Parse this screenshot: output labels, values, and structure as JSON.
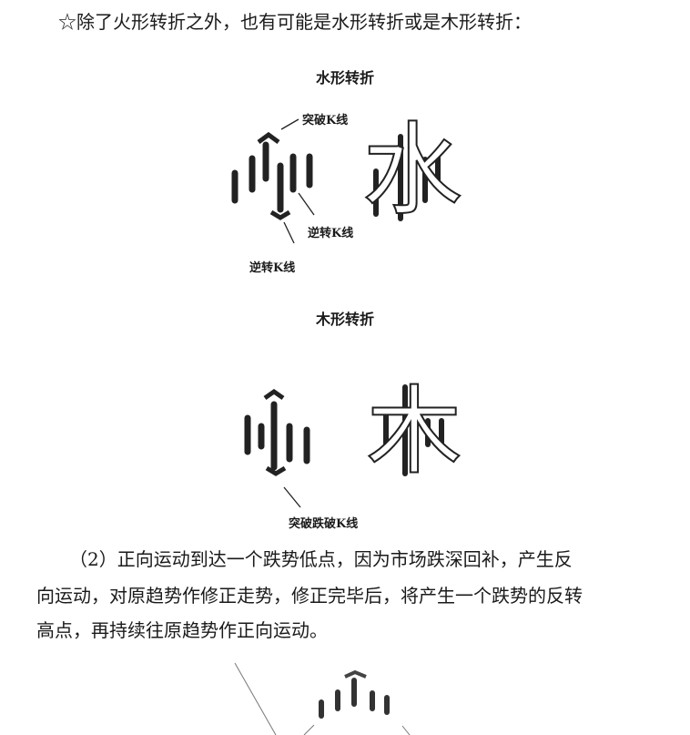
{
  "intro": "☆除了火形转折之外，也有可能是水形转折或是木形转折：",
  "figure_water": {
    "title": "水形转折",
    "label_breakout": "突破K线",
    "label_reversal_right": "逆转K线",
    "label_reversal_bottom": "逆转K线",
    "glyph": "水"
  },
  "figure_wood": {
    "title": "木形转折",
    "label_breakout": "突破跌破K线",
    "glyph": "木"
  },
  "paragraph": {
    "line1": "（2）正向运动到达一个跌势低点，因为市场跌深回补，产生反",
    "line2": "向运动，对原趋势作修正走势，修正完毕后，将产生一个跌势的反转",
    "line3": "高点，再持续往原趋势作正向运动。"
  }
}
